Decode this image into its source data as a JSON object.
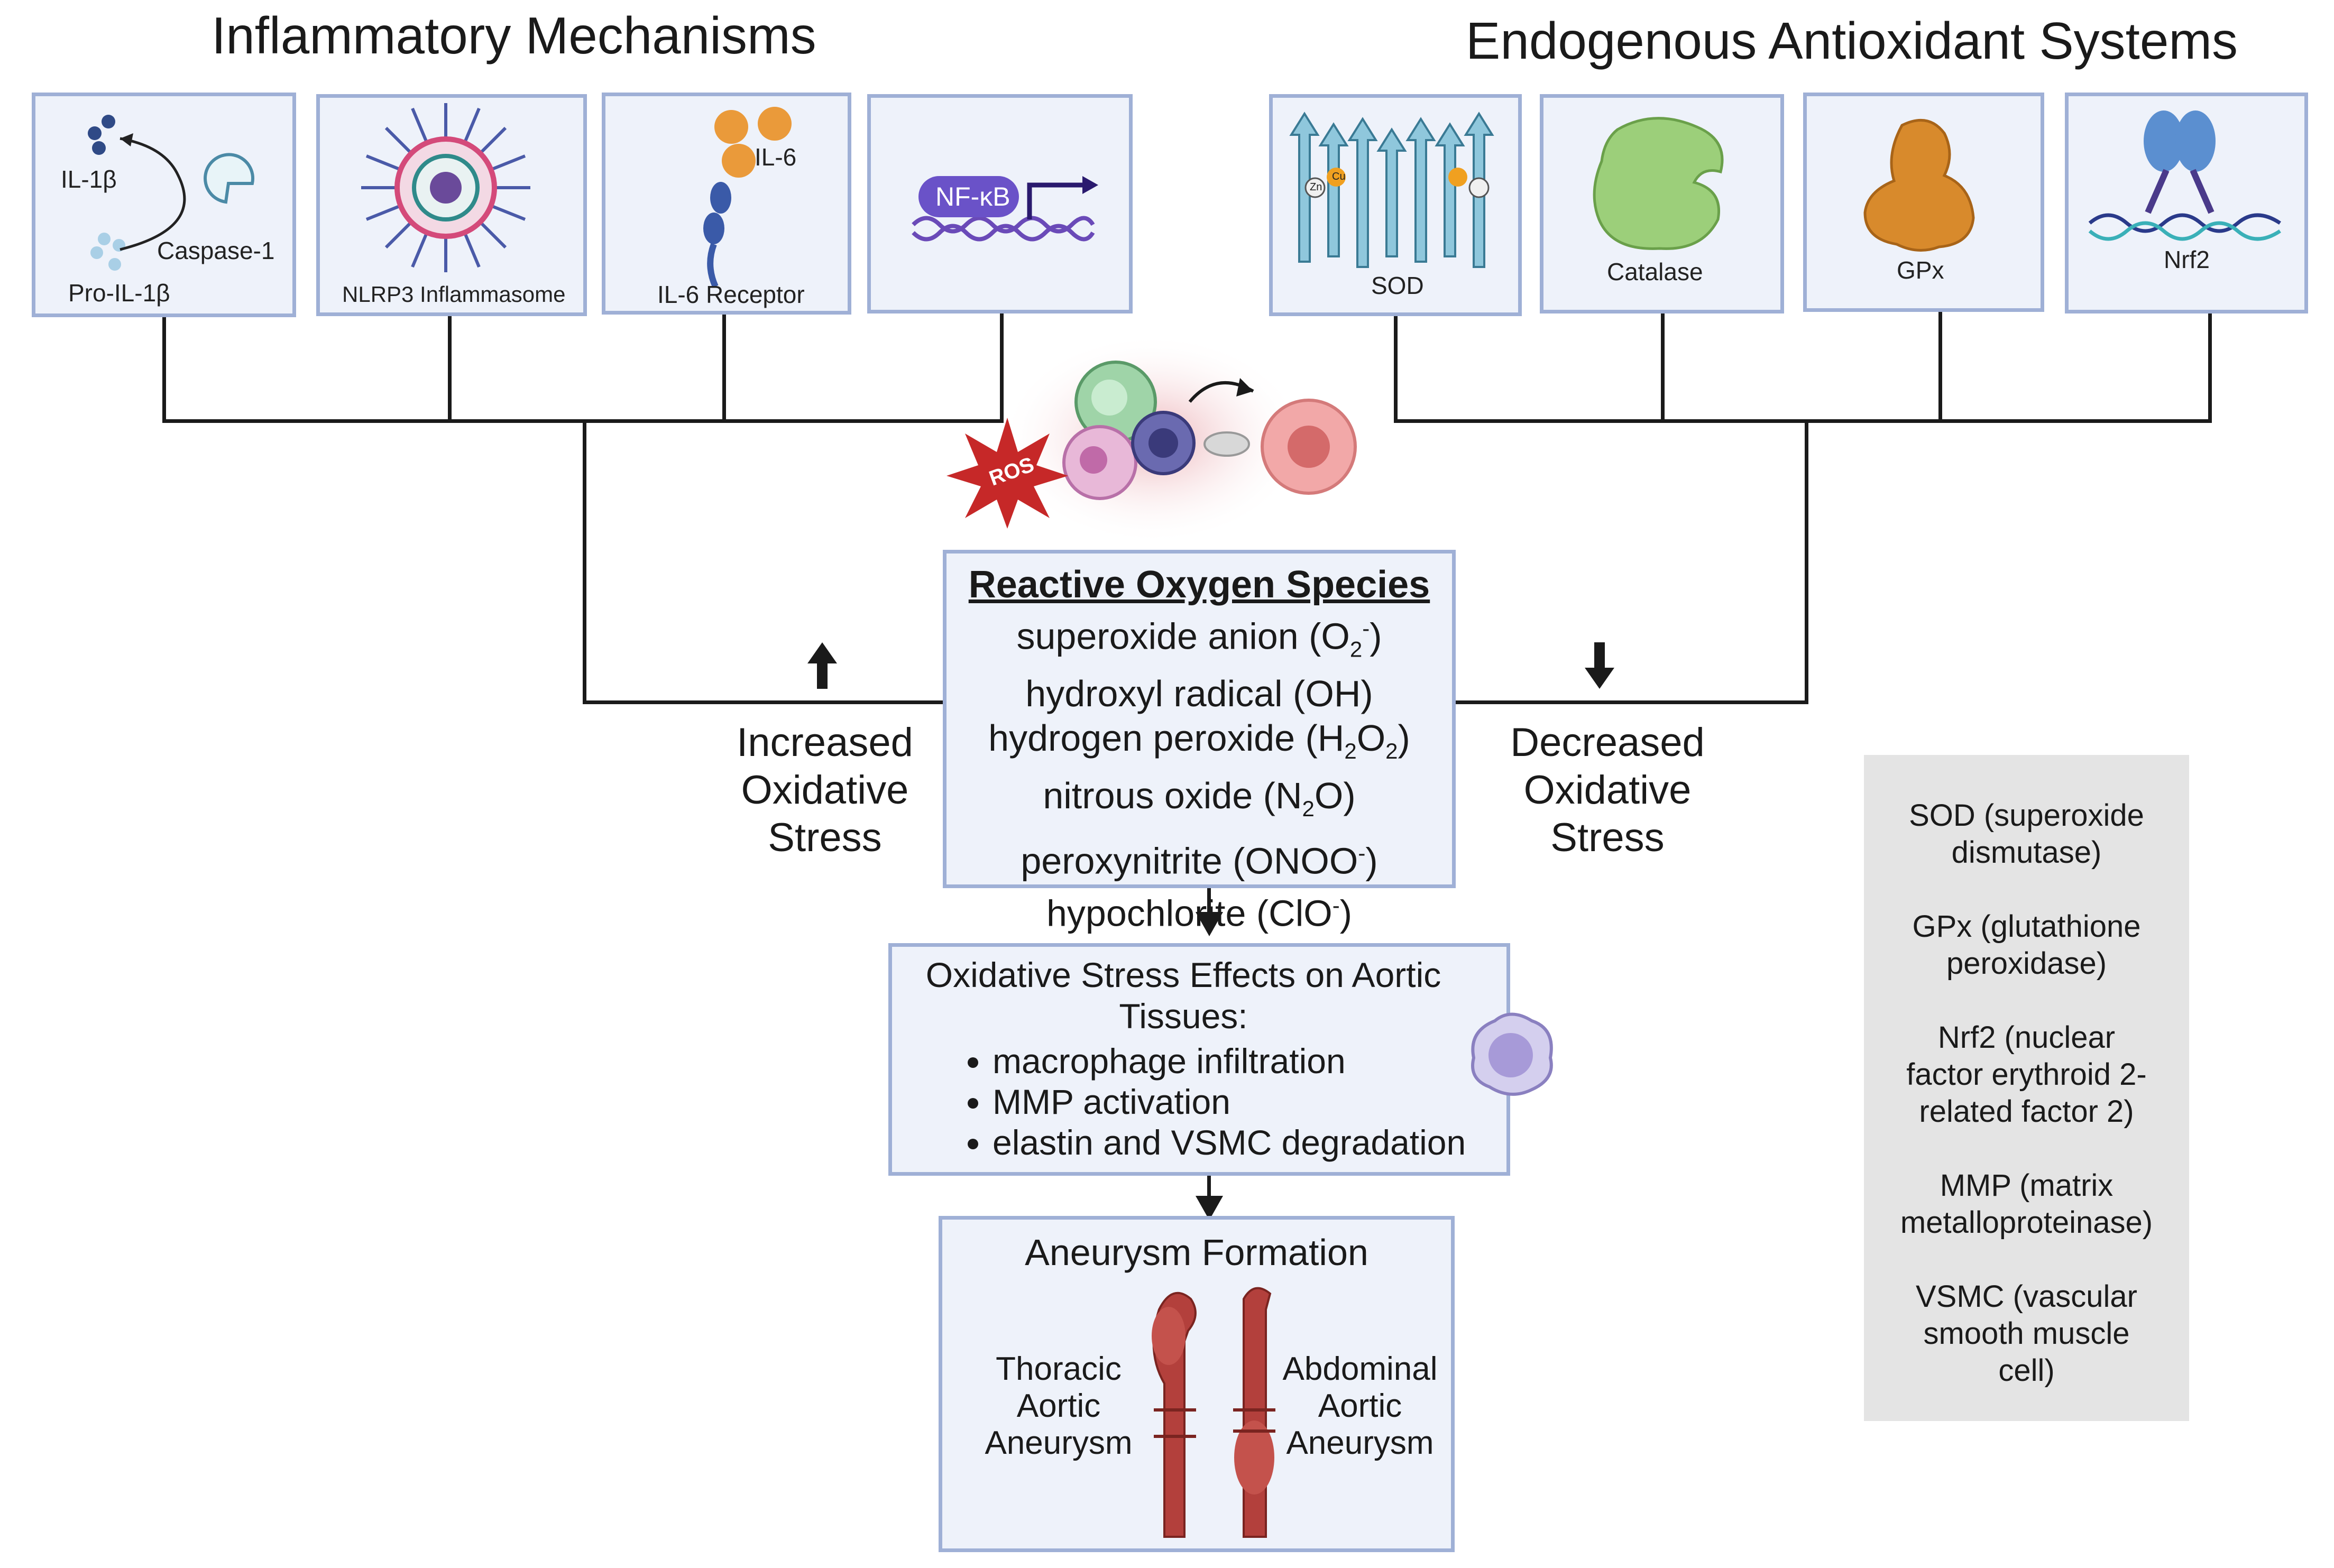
{
  "headings": {
    "inflammatory": "Inflammatory Mechanisms",
    "antioxidant": "Endogenous Antioxidant Systems"
  },
  "inflammatory_panels": {
    "caspase": {
      "il1b": "IL-1β",
      "caspase": "Caspase-1",
      "pro_il1b": "Pro-IL-1β"
    },
    "nlrp3": {
      "label": "NLRP3 Inflammasome"
    },
    "il6": {
      "il6": "IL-6",
      "receptor": "IL-6 Receptor"
    },
    "nfkb": {
      "label": "NF-κB"
    }
  },
  "antioxidant_panels": {
    "sod": {
      "label": "SOD",
      "zn": "Zn",
      "cu": "Cu"
    },
    "catalase": {
      "label": "Catalase"
    },
    "gpx": {
      "label": "GPx"
    },
    "nrf2": {
      "label": "Nrf2"
    }
  },
  "ros_badge": "ROS",
  "stress": {
    "increased": [
      "Increased",
      "Oxidative",
      "Stress"
    ],
    "decreased": [
      "Decreased",
      "Oxidative",
      "Stress"
    ]
  },
  "ros_box": {
    "title": "Reactive Oxygen Species",
    "superoxide": {
      "name": "superoxide anion (O",
      "sub": "2",
      "sup": "-",
      "close": ")"
    },
    "hydroxyl": "hydroxyl radical (OH)",
    "peroxide": {
      "a": "hydrogen peroxide (H",
      "sub1": "2",
      "b": "O",
      "sub2": "2",
      "c": ")"
    },
    "nitrous": {
      "a": "nitrous oxide (N",
      "sub": "2",
      "b": "O)"
    },
    "peroxynitrite": {
      "name": "peroxynitrite (ONOO",
      "sup": "-",
      "close": ")"
    },
    "hypochlorite": {
      "name": "hypochlorite (ClO",
      "sup": "-",
      "close": ")"
    }
  },
  "effects_box": {
    "title_line1": "Oxidative Stress Effects on Aortic",
    "title_line2": "Tissues:",
    "items": [
      "macrophage infiltration",
      "MMP activation",
      "elastin and VSMC degradation"
    ]
  },
  "aneurysm_box": {
    "title": "Aneurysm Formation",
    "thoracic": [
      "Thoracic",
      "Aortic",
      "Aneurysm"
    ],
    "abdominal": [
      "Abdominal",
      "Aortic",
      "Aneurysm"
    ]
  },
  "legend": {
    "sod": [
      "SOD (superoxide",
      "dismutase)"
    ],
    "gpx": [
      "GPx (glutathione",
      "peroxidase)"
    ],
    "nrf2": [
      "Nrf2 (nuclear",
      "factor erythroid 2-",
      "related factor 2)"
    ],
    "mmp": [
      "MMP (matrix",
      "metalloproteinase)"
    ],
    "vsmc": [
      "VSMC (vascular",
      "smooth muscle",
      "cell)"
    ]
  },
  "colors": {
    "panel_fill": "#eef2fa",
    "panel_border": "#9fb0d6",
    "legend_fill": "#e4e4e4",
    "ros_red": "#c62828",
    "aorta_red": "#b3403c",
    "nfkb_purple": "#6a4ab8",
    "enzyme_green": "#9ccf7a",
    "gpx_orange": "#d88a2c",
    "nrf2_blue": "#5b8fd0"
  }
}
